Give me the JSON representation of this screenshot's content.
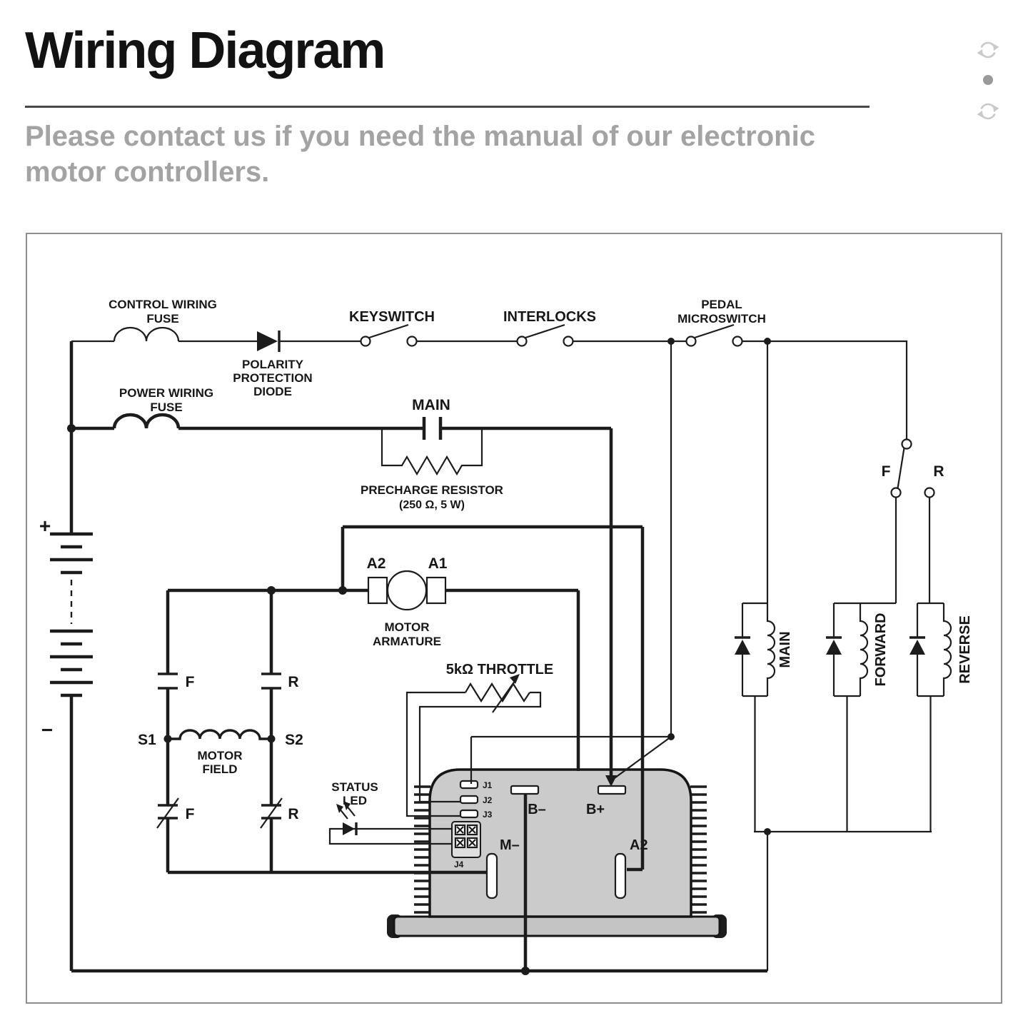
{
  "header": {
    "title": "Wiring Diagram",
    "subtitle_line1": "Please contact us if you need the manual of our electronic",
    "subtitle_line2": "motor controllers."
  },
  "diagram": {
    "colors": {
      "wire": "#1c1c1c",
      "controller_fill": "#cbcbcb",
      "subtitle_gray": "#a3a3a3"
    },
    "control_fuse": [
      "CONTROL WIRING",
      "FUSE"
    ],
    "polarity_diode": [
      "POLARITY",
      "PROTECTION",
      "DIODE"
    ],
    "keyswitch": "KEYSWITCH",
    "interlocks": "INTERLOCKS",
    "pedal_microswitch": [
      "PEDAL",
      "MICROSWITCH"
    ],
    "power_fuse": [
      "POWER WIRING",
      "FUSE"
    ],
    "main_contactor": "MAIN",
    "precharge": [
      "PRECHARGE RESISTOR",
      "(250 Ω, 5 W)"
    ],
    "battery": {
      "plus": "+",
      "minus": "−"
    },
    "motor": {
      "a2": "A2",
      "a1": "A1",
      "label": [
        "MOTOR",
        "ARMATURE"
      ]
    },
    "field": {
      "s1": "S1",
      "s2": "S2",
      "f_top": "F",
      "r_top": "R",
      "f_bottom": "F",
      "r_bottom": "R",
      "label": [
        "MOTOR",
        "FIELD"
      ]
    },
    "throttle": "5kΩ THROTTLE",
    "status_led": [
      "STATUS",
      "LED"
    ],
    "fr_switch": {
      "f": "F",
      "r": "R"
    },
    "coils": {
      "main": "MAIN",
      "forward": "FORWARD",
      "reverse": "REVERSE"
    },
    "controller": {
      "j1": "J1",
      "j2": "J2",
      "j3": "J3",
      "j4": "J4",
      "b_minus": "B–",
      "b_plus": "B+",
      "m_minus": "M–",
      "a2": "A2"
    }
  }
}
